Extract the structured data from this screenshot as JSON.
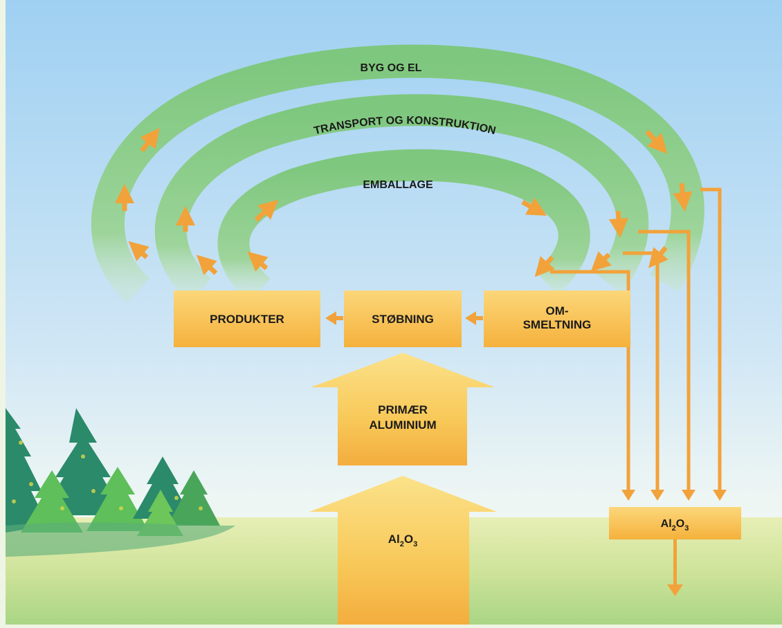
{
  "diagram": {
    "loops": {
      "outer": "BYG OG EL",
      "middle": "TRANSPORT OG KONSTRUKTION",
      "inner": "EMBALLAGE"
    },
    "boxes": {
      "produkter": "PRODUKTER",
      "stobning": "STØBNING",
      "omsmeltning_line1": "OM-",
      "omsmeltning_line2": "SMELTNING"
    },
    "arrows": {
      "primaer_line1": "PRIMÆR",
      "primaer_line2": "ALUMINIUM",
      "raw_material": {
        "al": "Al",
        "sub1": "2",
        "o": "O",
        "sub2": "3"
      }
    },
    "waste_box": {
      "al": "Al",
      "sub1": "2",
      "o": "O",
      "sub2": "3"
    },
    "colors": {
      "sky_top": "#a6d4f2",
      "sky_bottom": "#e6f2f6",
      "ground": "#d9e79c",
      "loop_green": "#8ccd8a",
      "box_orange": "#f7b73e",
      "arrow_orange": "#f2a23a",
      "tree_dark": "#2a8a6a",
      "tree_light": "#5fbf5a"
    }
  }
}
